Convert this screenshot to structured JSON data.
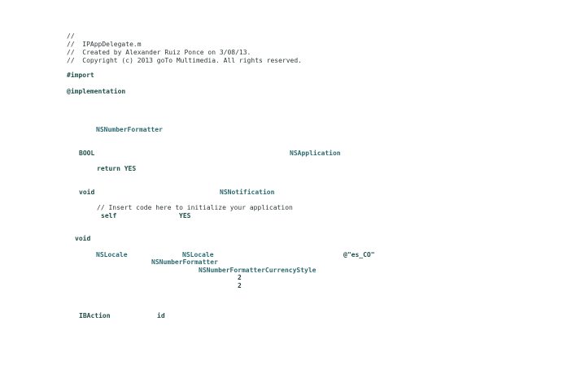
{
  "editor": {
    "comments": [
      "//",
      "//  IPAppDelegate.m",
      "//  Created by Alexander Ruiz Ponce on 3/08/13.",
      "//  Copyright (c) 2013 goTo Multimedia. All rights reserved."
    ],
    "directives": {
      "import": "#import",
      "implementation": "@implementation"
    },
    "tokens": {
      "ns_number_formatter_1": "NSNumberFormatter",
      "bool": "BOOL",
      "ns_application": "NSApplication",
      "return_yes": "return YES",
      "void_1": "void",
      "ns_notification": "NSNotification",
      "insert_comment": "// Insert code here to initialize your application",
      "self": "self",
      "yes": "YES",
      "void_2": "void",
      "ns_locale_1": "NSLocale",
      "ns_locale_2": "NSLocale",
      "es_co": "@\"es_CO\"",
      "ns_number_formatter_2": "NSNumberFormatter",
      "ns_currency_style": "NSNumberFormatterCurrencyStyle",
      "two_1": "2",
      "two_2": "2",
      "ib_action": "IBAction",
      "id": "id"
    }
  }
}
